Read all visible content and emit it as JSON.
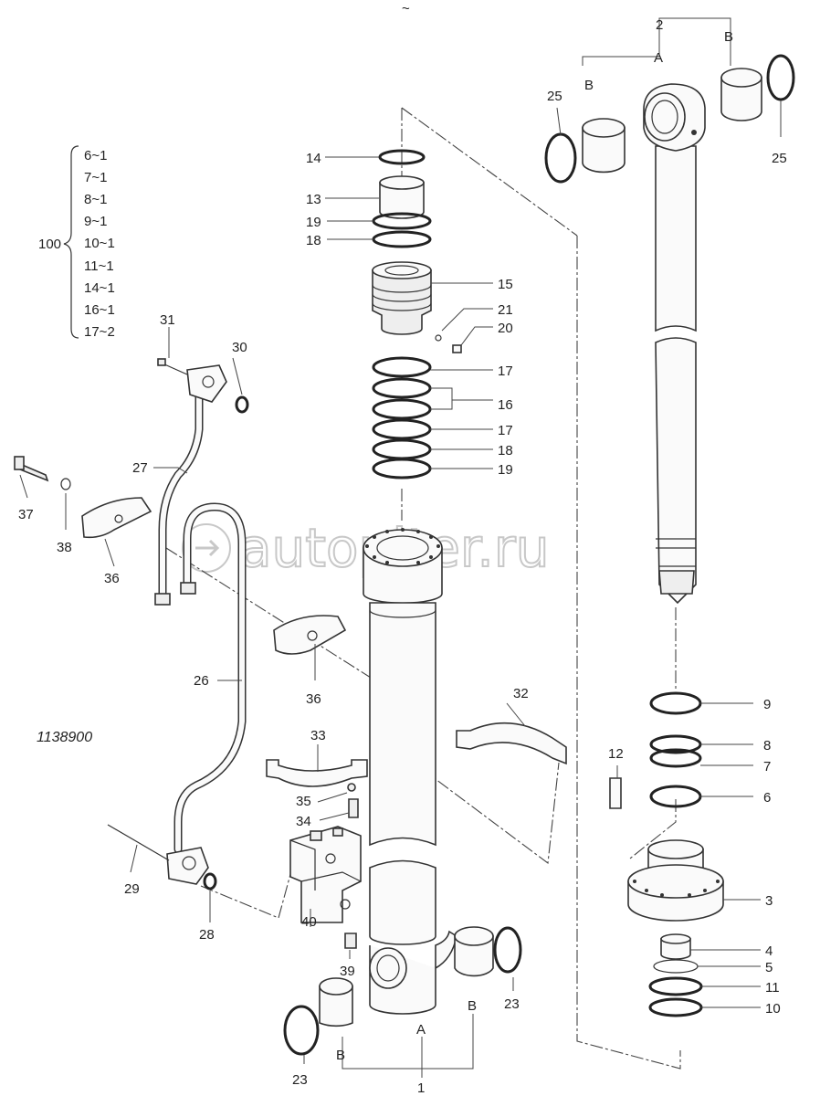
{
  "drawing_code": "1138900",
  "watermark": "autopiter.ru",
  "top_mark": "~",
  "kit": {
    "number": "100",
    "items": [
      "6~1",
      "7~1",
      "8~1",
      "9~1",
      "10~1",
      "11~1",
      "14~1",
      "16~1",
      "17~2"
    ]
  },
  "callouts": {
    "p1": "1",
    "p2": "2",
    "p3": "3",
    "p4": "4",
    "p5": "5",
    "p6": "6",
    "p7": "7",
    "p8": "8",
    "p9": "9",
    "p10": "10",
    "p11": "11",
    "p12": "12",
    "p13": "13",
    "p14": "14",
    "p15": "15",
    "p16": "16",
    "p17a": "17",
    "p17b": "17",
    "p18a": "18",
    "p18b": "18",
    "p19a": "19",
    "p19b": "19",
    "p20": "20",
    "p21": "21",
    "p23a": "23",
    "p23b": "23",
    "p25a": "25",
    "p25b": "25",
    "p26": "26",
    "p27": "27",
    "p28": "28",
    "p29": "29",
    "p30": "30",
    "p31": "31",
    "p32": "32",
    "p33": "33",
    "p34": "34",
    "p35": "35",
    "p36a": "36",
    "p36b": "36",
    "p37": "37",
    "p38": "38",
    "p39": "39",
    "p40": "40",
    "a_top": "A",
    "b_top_left": "B",
    "b_top_right": "B",
    "a_bottom": "A",
    "b_bottom_left": "B",
    "b_bottom_right": "B"
  }
}
